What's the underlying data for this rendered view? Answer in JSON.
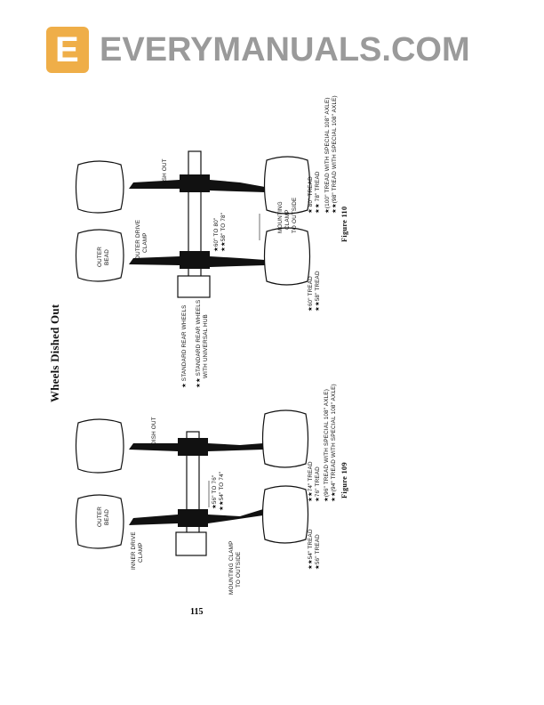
{
  "page": {
    "title": "Wheels Dished Out",
    "page_number": "115",
    "legend": {
      "single_star": "★ STANDARD REAR WHEELS",
      "double_star": "★★ STANDARD REAR WHEELS",
      "double_star_cont": "WITH UNIVERSAL HUB"
    },
    "figure_109": {
      "caption": "Figure 109",
      "outer_bead": [
        "OUTER",
        "BEAD"
      ],
      "inner_drive_clamp": [
        "INNER DRIVE",
        "CLAMP"
      ],
      "dish_out": "DISH OUT",
      "range_1": "★56\" TO 76\"",
      "range_2": "★★54\" TO 74\"",
      "mounting_clamp": [
        "MOUNTING CLAMP",
        "TO OUTSIDE"
      ],
      "tread_inner_1": "★★54\" TREAD",
      "tread_inner_2": "★56\" TREAD",
      "tread_outer_1": "★★74\" TREAD",
      "tread_outer_2": "★76\" TREAD",
      "tread_special_1": "★(96\" TREAD WITH SPECIAL 108\" AXLE)",
      "tread_special_2": "★★(94\" TREAD WITH SPECIAL 108\" AXLE)"
    },
    "figure_110": {
      "caption": "Figure 110",
      "outer_bead": [
        "OUTER",
        "BEAD"
      ],
      "outer_drive_clamp": [
        "OUTER DRIVE",
        "CLAMP"
      ],
      "dish_out": "DISH OUT",
      "range_1": "★60\" TO 80\"",
      "range_2": "★★58\" TO 78\"",
      "mounting_clamp": [
        "MOUNTING",
        "CLAMP",
        "TO OUTSIDE"
      ],
      "tread_inner_1": "★60\" TREAD",
      "tread_inner_2": "★★58\" TREAD",
      "tread_outer_1": "★ 80\" TREAD",
      "tread_outer_2": "★★ 78\" TREAD",
      "tread_special_1": "★(100\" TREAD WITH SPECIAL 108\" AXLE)",
      "tread_special_2": "★★(98\" TREAD WITH SPECIAL 108\" AXLE)"
    },
    "watermark": "EVERYMANUALS.COM",
    "watermark_logo_letter": "E",
    "colors": {
      "watermark_logo": "#eca028",
      "watermark_text": "#787878"
    }
  }
}
